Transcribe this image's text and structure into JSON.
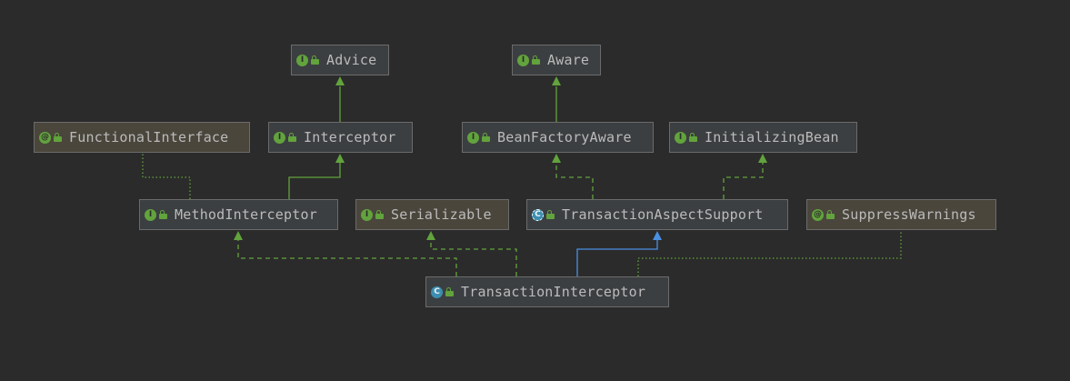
{
  "nodes": {
    "advice": {
      "name": "Advice",
      "kind": "interface",
      "badge": "I"
    },
    "aware": {
      "name": "Aware",
      "kind": "interface",
      "badge": "I"
    },
    "functional_interface": {
      "name": "FunctionalInterface",
      "kind": "annotation",
      "badge": "@"
    },
    "interceptor": {
      "name": "Interceptor",
      "kind": "interface",
      "badge": "I"
    },
    "bean_factory_aware": {
      "name": "BeanFactoryAware",
      "kind": "interface",
      "badge": "I"
    },
    "initializing_bean": {
      "name": "InitializingBean",
      "kind": "interface",
      "badge": "I"
    },
    "method_interceptor": {
      "name": "MethodInterceptor",
      "kind": "interface",
      "badge": "I"
    },
    "serializable": {
      "name": "Serializable",
      "kind": "interface",
      "badge": "I"
    },
    "transaction_aspect_support": {
      "name": "TransactionAspectSupport",
      "kind": "abstract-class",
      "badge": "C"
    },
    "suppress_warnings": {
      "name": "SuppressWarnings",
      "kind": "annotation",
      "badge": "@"
    },
    "transaction_interceptor": {
      "name": "TransactionInterceptor",
      "kind": "class",
      "badge": "C"
    }
  },
  "edge_colors": {
    "extends_interface": "#62a33d",
    "implements": "#62a33d",
    "annotation": "#62a33d",
    "extends_class": "#4a90e2"
  }
}
